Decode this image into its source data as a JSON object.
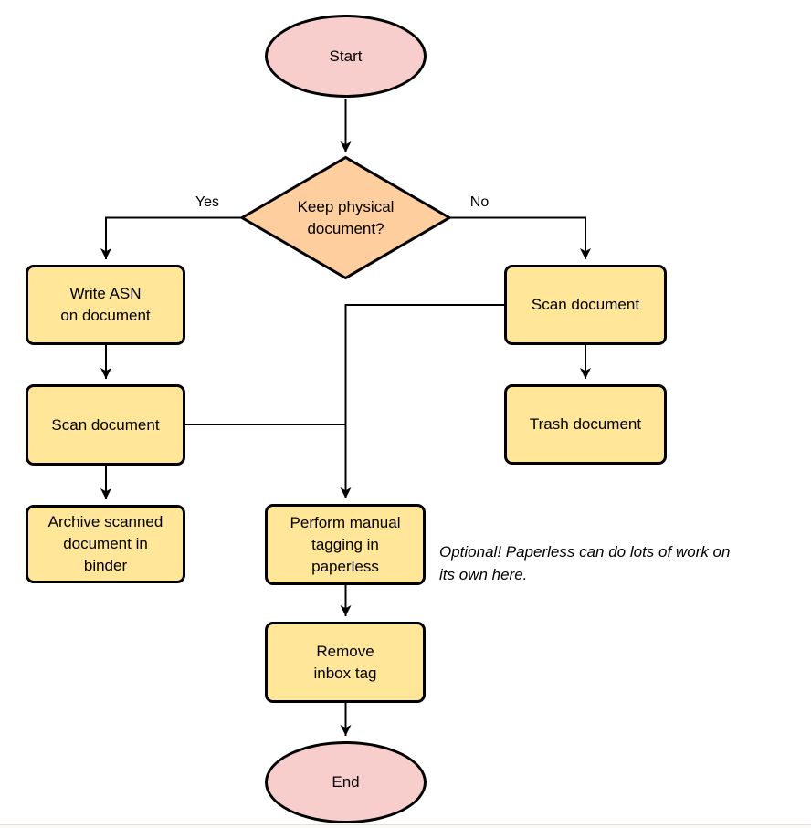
{
  "diagram": {
    "nodes": {
      "start": {
        "label": "Start",
        "shape": "terminal"
      },
      "decision": {
        "label": "Keep physical\ndocument?",
        "shape": "decision"
      },
      "write_asn": {
        "label": "Write ASN\non document",
        "shape": "process"
      },
      "scan_left": {
        "label": "Scan document",
        "shape": "process"
      },
      "archive": {
        "label": "Archive scanned\ndocument in\nbinder",
        "shape": "process"
      },
      "scan_right": {
        "label": "Scan document",
        "shape": "process"
      },
      "trash": {
        "label": "Trash document",
        "shape": "process"
      },
      "perform_tagging": {
        "label": "Perform manual\ntagging in\npaperless",
        "shape": "process"
      },
      "remove_inbox": {
        "label": "Remove\ninbox tag",
        "shape": "process"
      },
      "end": {
        "label": "End",
        "shape": "terminal"
      }
    },
    "edge_labels": {
      "yes": "Yes",
      "no": "No"
    },
    "note": "Optional! Paperless can do lots of work on\nits own here.",
    "colors": {
      "terminal_fill": "#f8cecc",
      "decision_fill": "#ffce9e",
      "process_fill": "#ffe699",
      "stroke": "#000000"
    }
  }
}
